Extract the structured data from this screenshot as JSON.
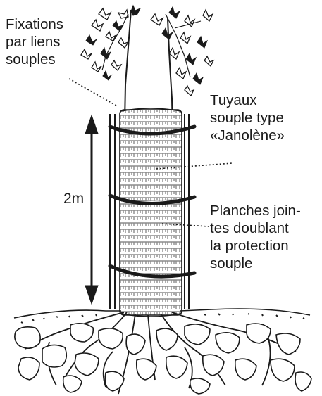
{
  "labels": {
    "fixations": "Fixations\npar liens\nsouples",
    "tuyaux": "Tuyaux\nsouple type\n«Janolène»",
    "planches": "Planches join-\ntes doublant\nla protection\nsouple",
    "height": "2m"
  },
  "colors": {
    "ink": "#1a1a1a",
    "hatch": "#8c8c8c",
    "paper": "#ffffff"
  },
  "icons": [
    "tree-foliage-icon",
    "dimension-arrow-icon",
    "tree-guard-illustration"
  ]
}
